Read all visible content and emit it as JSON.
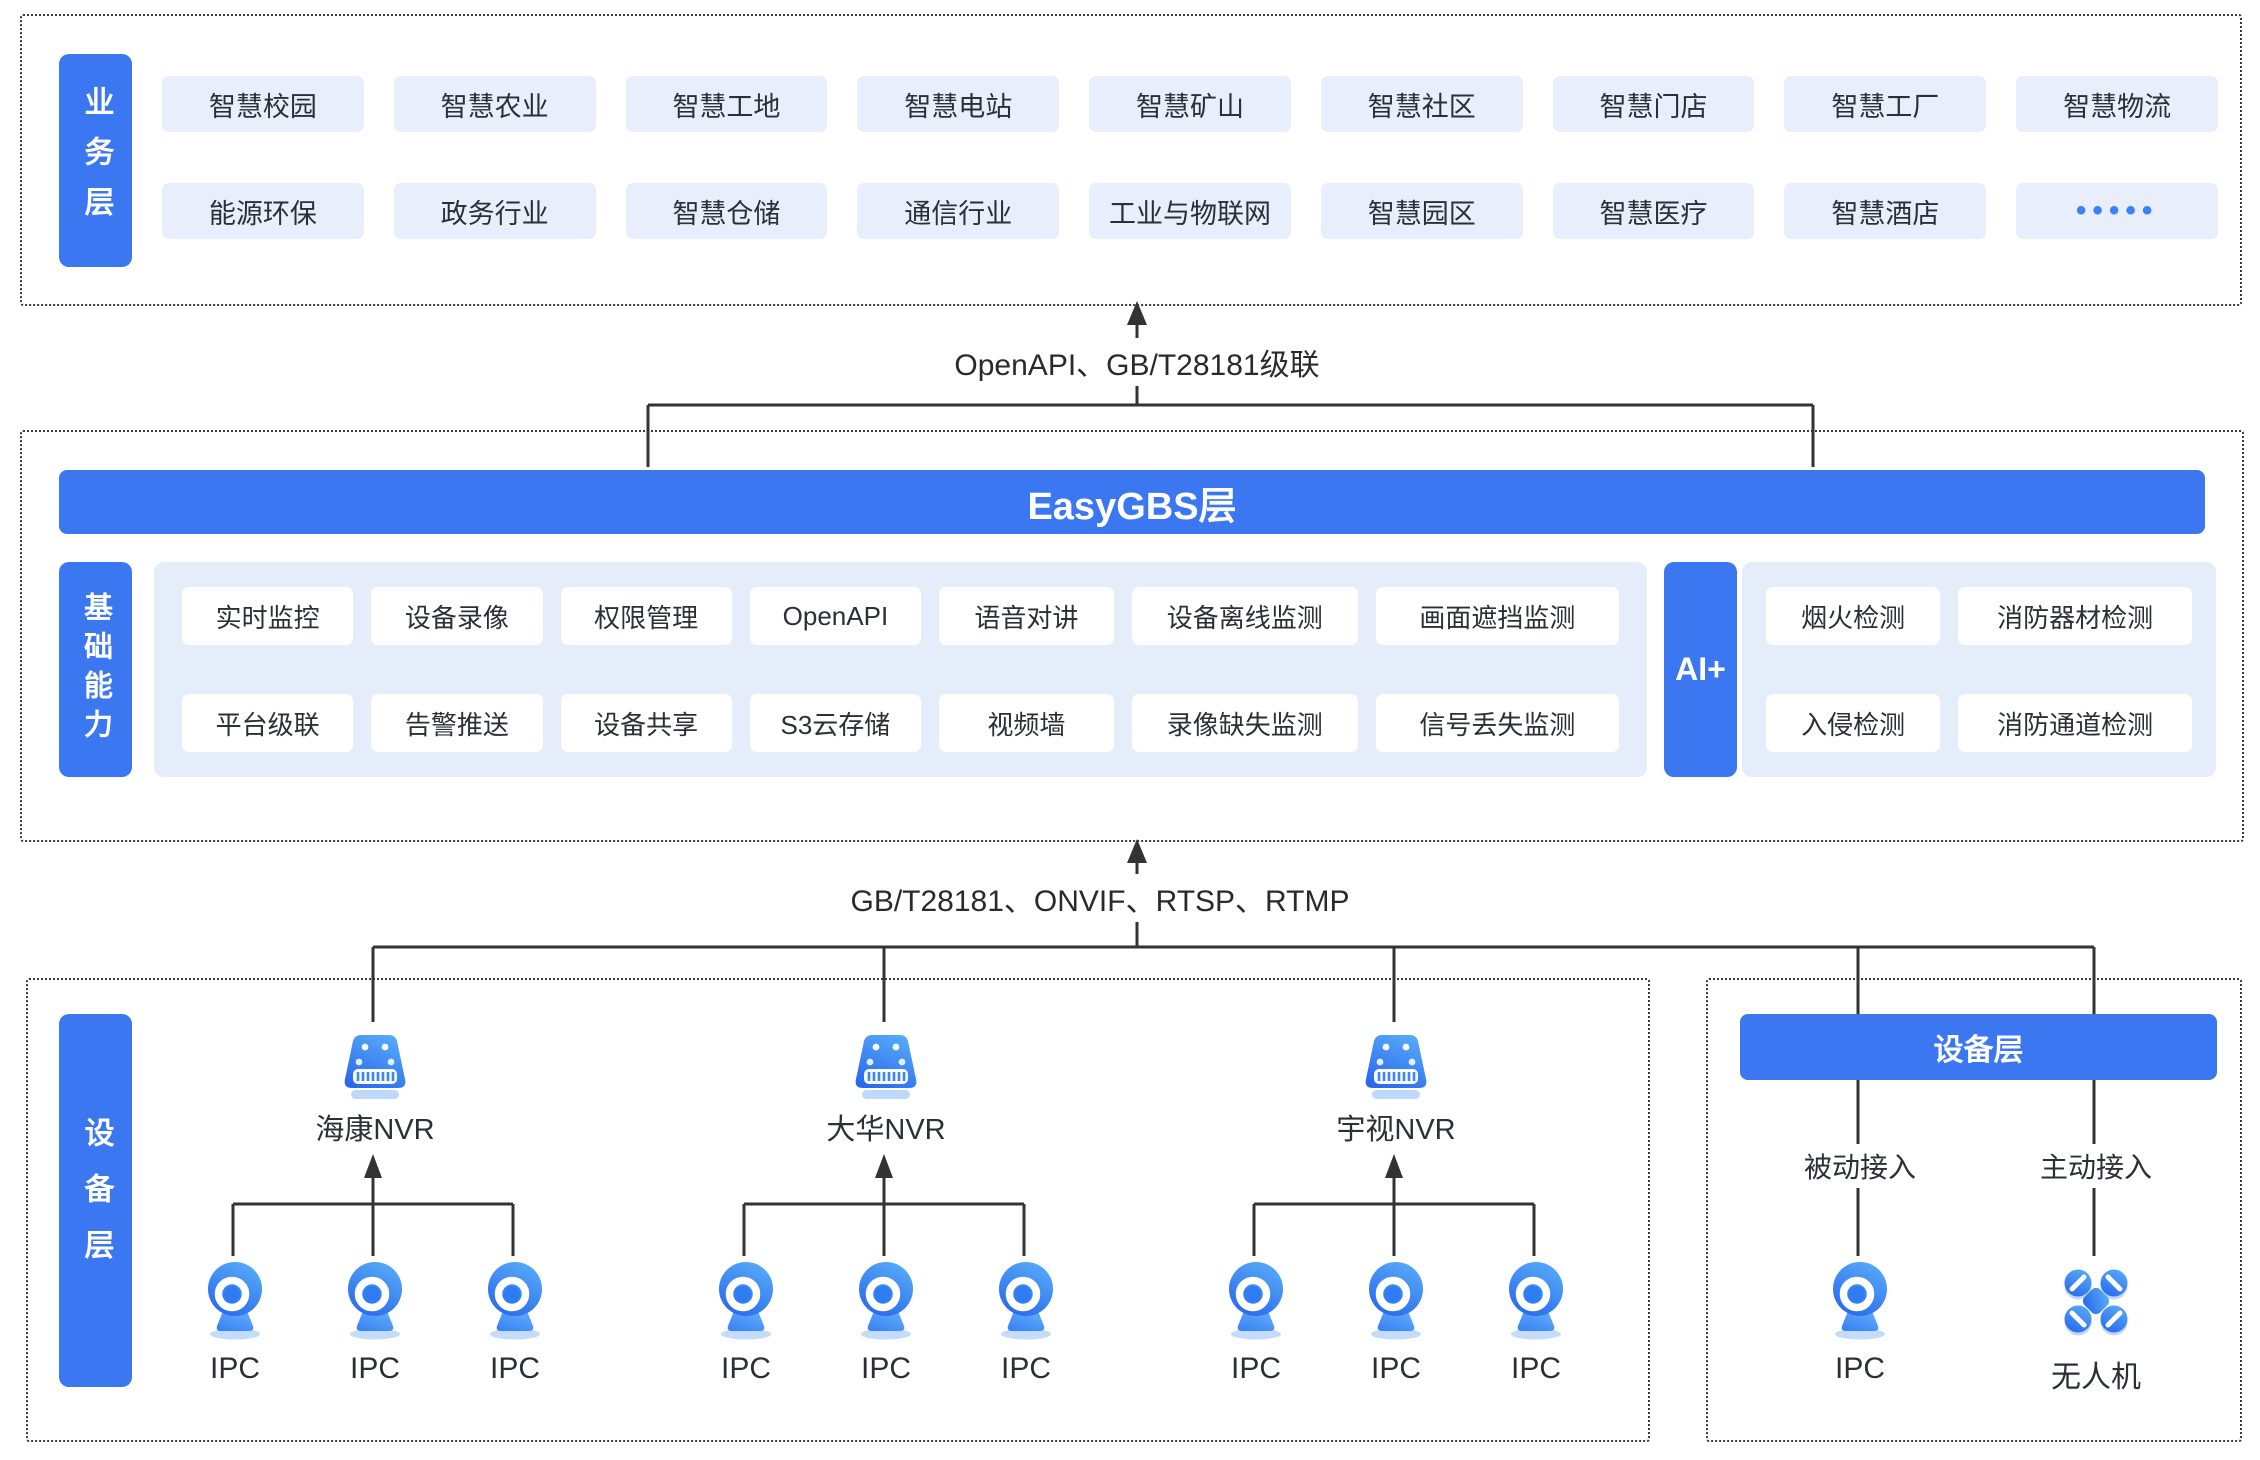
{
  "business_layer": {
    "label": "业务层",
    "rows": [
      [
        "智慧校园",
        "智慧农业",
        "智慧工地",
        "智慧电站",
        "智慧矿山",
        "智慧社区",
        "智慧门店",
        "智慧工厂",
        "智慧物流"
      ],
      [
        "能源环保",
        "政务行业",
        "智慧仓储",
        "通信行业",
        "工业与物联网",
        "智慧园区",
        "智慧医疗",
        "智慧酒店",
        "•••••"
      ]
    ]
  },
  "connectors": {
    "top_label": "OpenAPI、GB/T28181级联",
    "bottom_label": "GB/T28181、ONVIF、RTSP、RTMP"
  },
  "easygbs_layer": {
    "title": "EasyGBS层"
  },
  "capabilities": {
    "label": "基础能力",
    "rows": [
      [
        "实时监控",
        "设备录像",
        "权限管理",
        "OpenAPI",
        "语音对讲",
        "设备离线监测",
        "画面遮挡监测"
      ],
      [
        "平台级联",
        "告警推送",
        "设备共享",
        "S3云存储",
        "视频墙",
        "录像缺失监测",
        "信号丢失监测"
      ]
    ]
  },
  "ai": {
    "label": "AI+",
    "rows": [
      [
        "烟火检测",
        "消防器材检测"
      ],
      [
        "入侵检测",
        "消防通道检测"
      ]
    ]
  },
  "device_layer": {
    "label": "设备层",
    "groups": [
      {
        "nvr": "海康NVR",
        "ipcs": [
          "IPC",
          "IPC",
          "IPC"
        ]
      },
      {
        "nvr": "大华NVR",
        "ipcs": [
          "IPC",
          "IPC",
          "IPC"
        ]
      },
      {
        "nvr": "宇视NVR",
        "ipcs": [
          "IPC",
          "IPC",
          "IPC"
        ]
      }
    ]
  },
  "device_panel": {
    "title": "设备层",
    "passive_label": "被动接入",
    "active_label": "主动接入",
    "passive_device": "IPC",
    "active_device": "无人机"
  },
  "colors": {
    "primary_blue": "#3b77f0",
    "chip_bg": "#e8eefc",
    "panel_bg": "#e5ecfa",
    "line": "#333333"
  }
}
